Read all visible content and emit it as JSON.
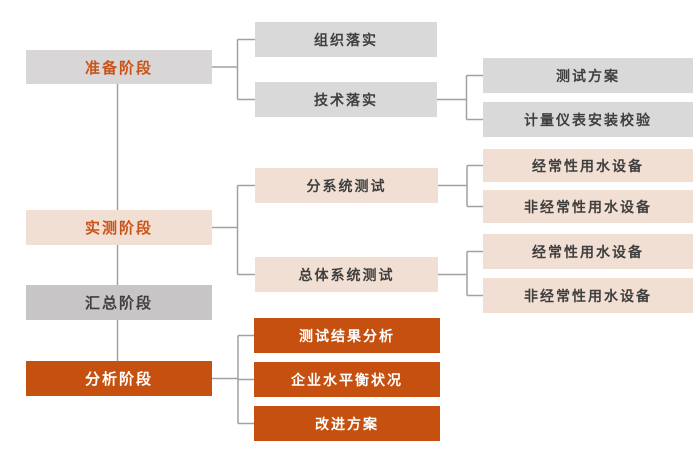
{
  "tree": {
    "stages": [
      {
        "label": "准备阶段",
        "children": [
          {
            "label": "组织落实"
          },
          {
            "label": "技术落实",
            "children": [
              {
                "label": "测试方案"
              },
              {
                "label": "计量仪表安装校验"
              }
            ]
          }
        ]
      },
      {
        "label": "实测阶段",
        "children": [
          {
            "label": "分系统测试",
            "children": [
              {
                "label": "经常性用水设备"
              },
              {
                "label": "非经常性用水设备"
              }
            ]
          },
          {
            "label": "总体系统测试",
            "children": [
              {
                "label": "经常性用水设备"
              },
              {
                "label": "非经常性用水设备"
              }
            ]
          }
        ]
      },
      {
        "label": "汇总阶段"
      },
      {
        "label": "分析阶段",
        "children": [
          {
            "label": "测试结果分析"
          },
          {
            "label": "企业水平衡状况"
          },
          {
            "label": "改进方案"
          }
        ]
      }
    ]
  },
  "colors": {
    "stage_gray_fill": "#d8d6d6",
    "child_gray_fill": "#d9d9d9",
    "peach_fill": "#f2dfd3",
    "summary_gray_fill": "#c7c5c5",
    "orange_fill": "#c6500f",
    "stage_label_orange": "#ca5418",
    "dark_text": "#3f3f3f",
    "white_text": "#ffffff",
    "connector_gray": "#a1a1a1"
  }
}
